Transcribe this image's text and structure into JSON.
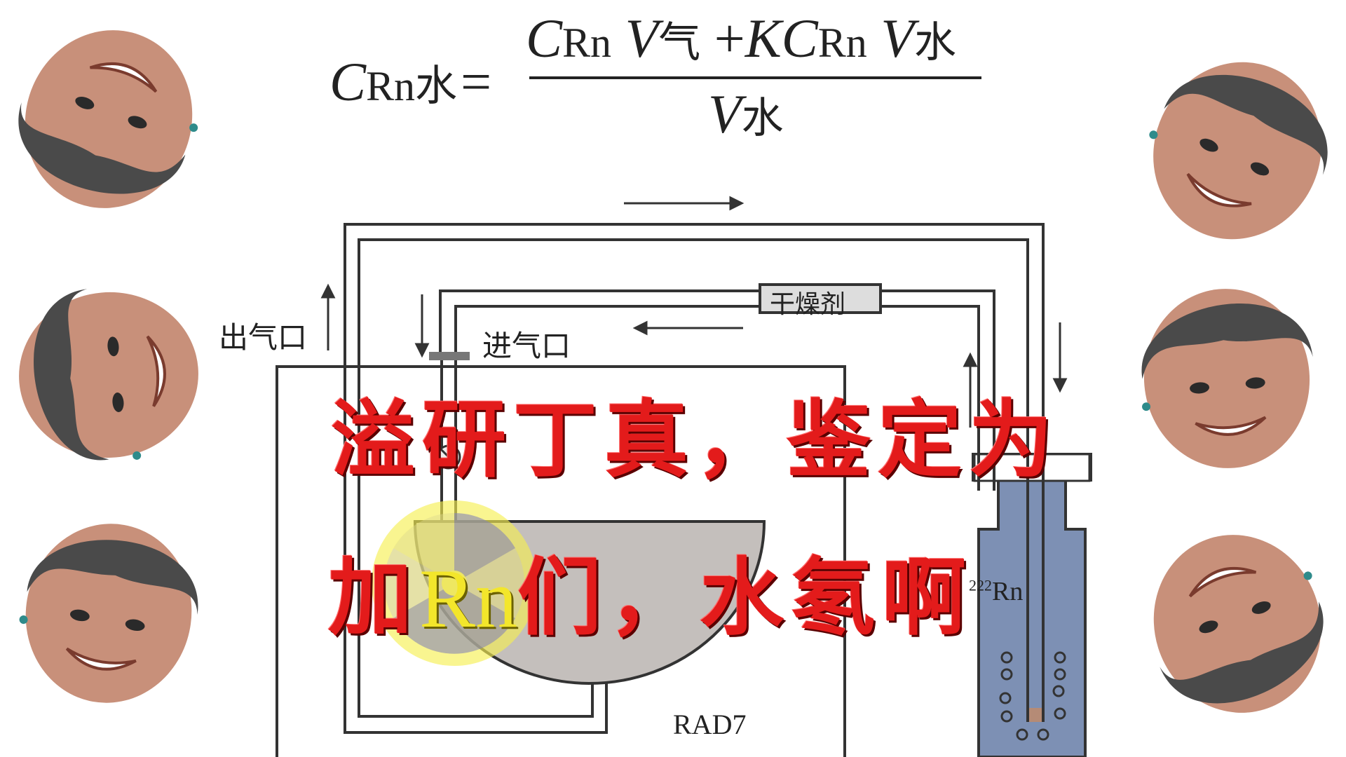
{
  "formula": {
    "lhs_symbol": "C",
    "lhs_sub": "Rn水",
    "equals": "=",
    "num_c1": "C",
    "num_sub1": "Rn",
    "num_v1": "V",
    "num_v1_sub": "气",
    "num_plus": "+",
    "num_k": "K",
    "num_c2": "C",
    "num_sub2": "Rn",
    "num_v2": "V",
    "num_v2_sub": "水",
    "den_v": "V",
    "den_sub": "水"
  },
  "diagram": {
    "outlet_label": "出气口",
    "inlet_label": "进气口",
    "desiccant_label": "干燥剂",
    "device_label": "RAD7",
    "radon_label": "222Rn",
    "radon_mass": "222",
    "radon_symbol": "Rn"
  },
  "caption": {
    "line1": "溢研丁真，鉴定为",
    "line2_a": "加",
    "line2_rn": "Rn",
    "line2_b": "们，水氡啊"
  },
  "colors": {
    "caption_red": "#e31b1b",
    "caption_yellow": "#f3e62b",
    "water_blue": "#7d90b4",
    "chamber_gray": "#c4bfbc",
    "radiation_yellow": "#f6ef52"
  },
  "decor": {
    "faces": "six-photo-faces-along-sides"
  }
}
